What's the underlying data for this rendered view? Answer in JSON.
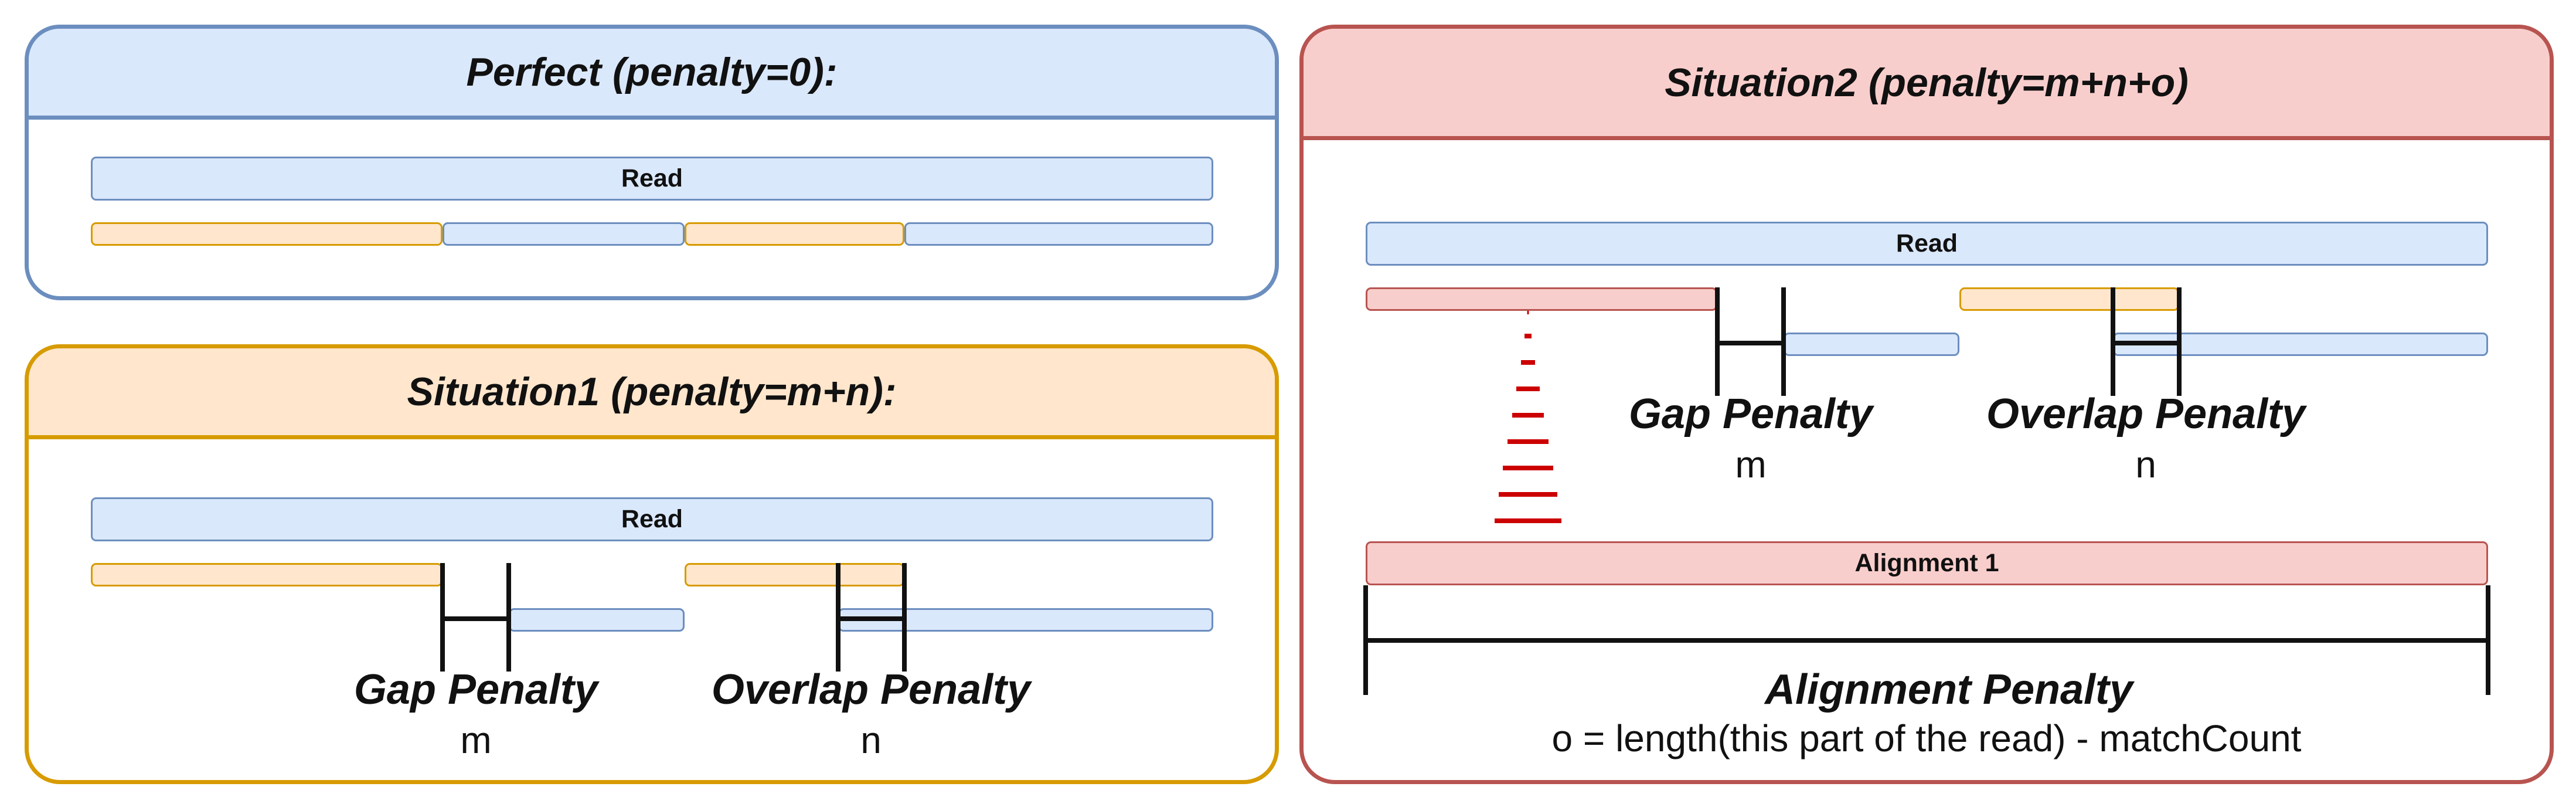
{
  "perfect": {
    "title": "Perfect (penalty=0):",
    "read_label": "Read"
  },
  "situation1": {
    "title": "Situation1 (penalty=m+n):",
    "read_label": "Read",
    "gap_label": "Gap Penalty",
    "gap_symbol": "m",
    "overlap_label": "Overlap Penalty",
    "overlap_symbol": "n"
  },
  "situation2": {
    "title": "Situation2 (penalty=m+n+o)",
    "read_label": "Read",
    "gap_label": "Gap Penalty",
    "gap_symbol": "m",
    "overlap_label": "Overlap Penalty",
    "overlap_symbol": "n",
    "alignment_label": "Alignment 1",
    "alignment_penalty_label": "Alignment Penalty",
    "alignment_formula": "o = length(this part of the read) - matchCount"
  },
  "colors": {
    "blue_fill": "#dae8fc",
    "blue_stroke": "#6c8ebf",
    "orange_fill": "#ffe6cc",
    "orange_stroke": "#d79b00",
    "red_fill": "#f8cecc",
    "red_stroke": "#b85450",
    "arrow_red": "#cc0000"
  }
}
